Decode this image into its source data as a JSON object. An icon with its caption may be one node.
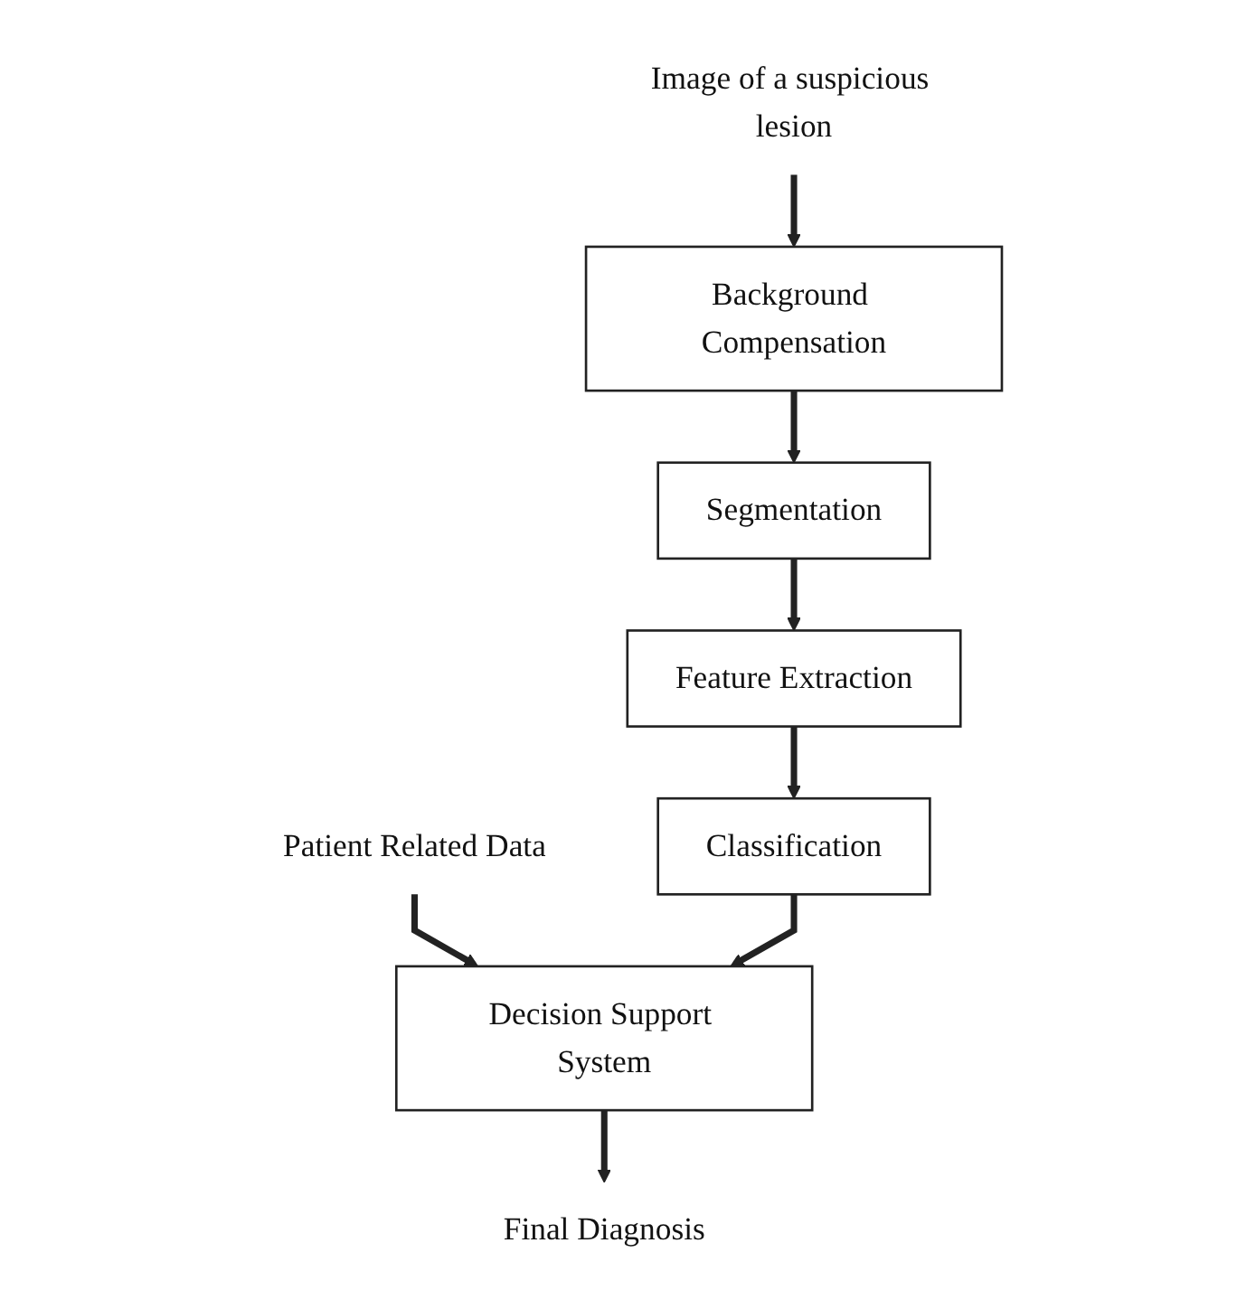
{
  "diagram": {
    "nodes": [
      {
        "text": [
          "Image of a suspicious lesion"
        ]
      },
      {
        "text": [
          "Background Compensation"
        ]
      },
      {
        "text": [
          "Segmentation"
        ]
      },
      {
        "text": [
          "Feature Extraction"
        ]
      },
      {
        "text": [
          "Patient Related Data"
        ]
      },
      {
        "text": [
          "Classification"
        ]
      },
      {
        "text": [
          "Decision Support System"
        ]
      },
      {
        "text": [
          "Final Diagnosis"
        ]
      }
    ],
    "edges": [
      {
        "from": 0,
        "to": 1,
        "arrow": "to"
      },
      {
        "from": 1,
        "to": 2,
        "arrow": "to"
      },
      {
        "from": 2,
        "to": 3,
        "arrow": "to"
      },
      {
        "from": 3,
        "to": 5,
        "arrow": "to"
      },
      {
        "from": 4,
        "to": 6,
        "arrow": "to"
      },
      {
        "from": 5,
        "to": 6,
        "arrow": "to"
      },
      {
        "from": 6,
        "to": 7,
        "arrow": "to"
      }
    ]
  }
}
